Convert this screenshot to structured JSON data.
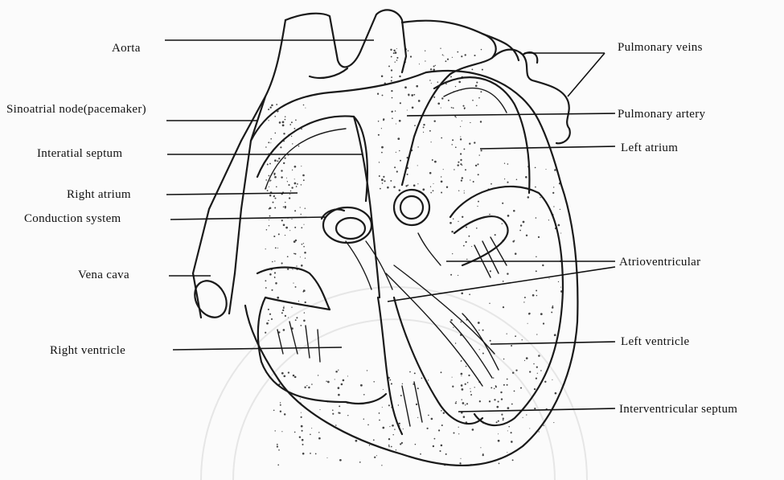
{
  "labels": {
    "aorta": "Aorta",
    "sinoatrial_node": "Sinoatrial node(pacemaker)",
    "interatrial_septum": "Interatial septum",
    "right_atrium": "Right atrium",
    "conduction_system": "Conduction system",
    "vena_cava": "Vena cava",
    "right_ventricle": "Right ventricle",
    "pulmonary_veins": "Pulmonary veins",
    "pulmonary_artery": "Pulmonary artery",
    "left_atrium": "Left atrium",
    "atrioventricular": "Atrioventricular",
    "left_ventricle": "Left ventricle",
    "interventricular_septum": "Interventricular septum"
  },
  "colors": {
    "ink": "#111111",
    "paper": "#fbfbfb"
  }
}
